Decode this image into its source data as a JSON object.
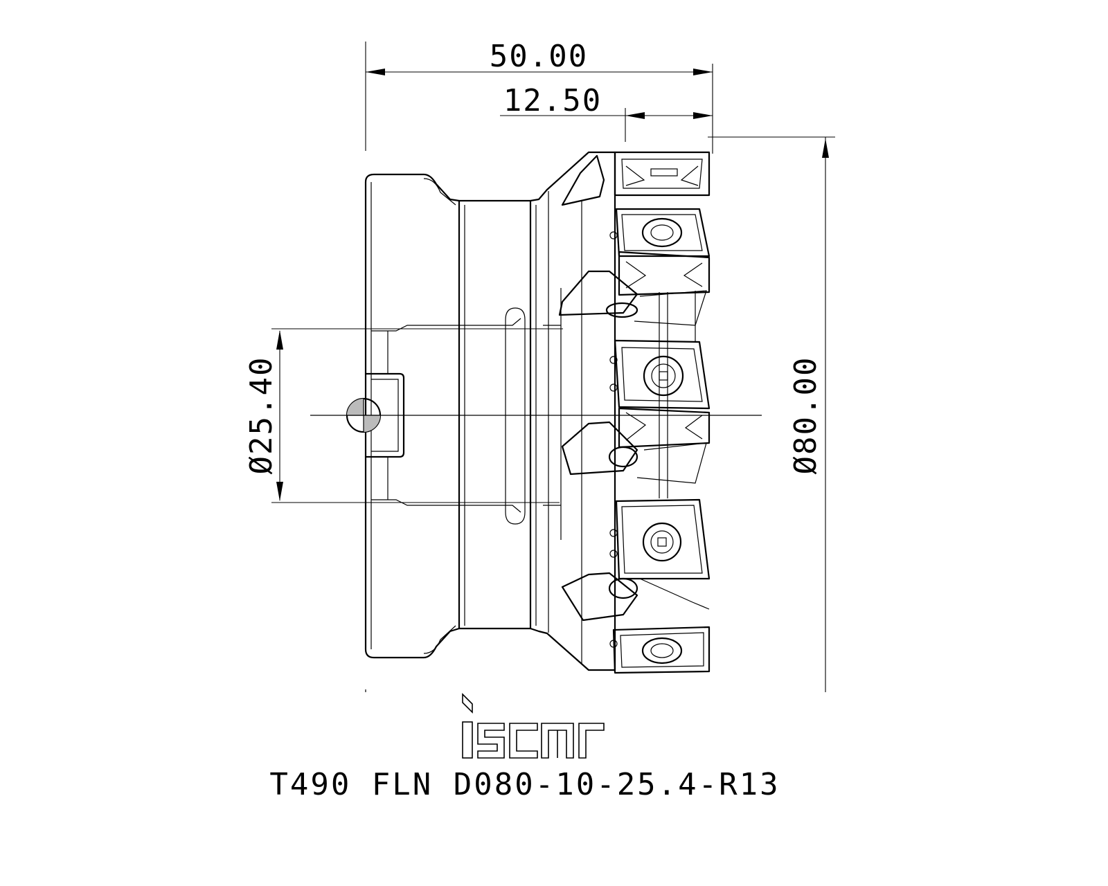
{
  "dimensions": {
    "overall_length": "50.00",
    "insert_offset": "12.50",
    "bore_diameter": "Ø25.40",
    "cutting_diameter": "Ø80.00"
  },
  "brand": {
    "logo_name": "iscar-logo"
  },
  "designation": "T490 FLN D080-10-25.4-R13"
}
